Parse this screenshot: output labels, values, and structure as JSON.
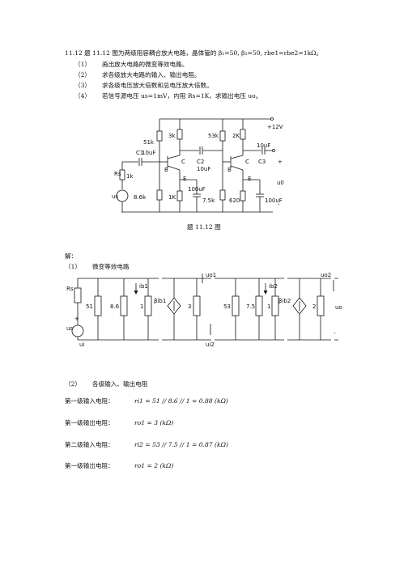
{
  "problem": {
    "title": "11.12  题 11.12 图为两级阻容耦合放大电路，晶体管的 β₁=50, β₂=50, rbe1=rbe2=1kΩ。",
    "items": [
      {
        "num": "（1）",
        "text": "画出放大电路的微变等效电路。"
      },
      {
        "num": "（2）",
        "text": "求各级放大电路的输入、输出电阻。"
      },
      {
        "num": "（3）",
        "text": "求各级电压放大倍数和总电压放大倍数。"
      },
      {
        "num": "（4）",
        "text": "若信号源电压 us=1mV，内阻 Rs=1K，求输出电压 uo。"
      }
    ]
  },
  "circuit": {
    "caption": "题 11.12 图",
    "labels": {
      "vcc": "+12V",
      "r51k": "51k",
      "r3k": "3k",
      "r53k": "53k",
      "r2k": "2K",
      "c1": "C1",
      "c1v": "10uF",
      "c2": "C2",
      "c2v": "10uF",
      "c3": "C3",
      "c3v": "10uF",
      "rs": "Rs",
      "r1k": "1k",
      "us": "us",
      "r86k": "8.6k",
      "b1": "B",
      "c_1": "C",
      "e1": "E",
      "re1": "1K",
      "ce1": "100uF",
      "r75k": "7.5k",
      "b2": "B",
      "c_2": "C",
      "e2": "E",
      "r620": "620",
      "ce2": "100uF",
      "uo": "u0",
      "plus": "+",
      "minus": "-"
    }
  },
  "solution": {
    "label": "解：",
    "step1": {
      "num": "（1）",
      "text": "微变等效电路"
    },
    "eqcircuit": {
      "labels": {
        "rs": "Rs",
        "r51": "51",
        "r86": "8.6",
        "r1a": "1",
        "ib1": "ib1",
        "bib1": "βib1",
        "r3": "3",
        "r53": "53",
        "r75": "7.5",
        "r1b": "1",
        "ib2": "ib2",
        "bib2": "βib2",
        "r2": "2",
        "us": "us",
        "ui": "ui",
        "uo1": "uo1",
        "ui2": "ui2",
        "uo2": "uo2",
        "uo": "uo",
        "plus": "+",
        "minus": "-"
      }
    },
    "step2": {
      "num": "（2）",
      "text": "各级输入、输出电阻"
    },
    "results": [
      {
        "label": "第一级输入电阻：",
        "eq": "ri1 = 51 // 8.6 // 1 = 0.88 (kΩ)"
      },
      {
        "label": "第一级输出电阻：",
        "eq": "ro1 = 3 (kΩ)"
      },
      {
        "label": "第二级输入电阻：",
        "eq": "ri2 = 53 // 7.5 // 1 = 0.87 (kΩ)"
      },
      {
        "label": "第一级输出电阻：",
        "eq": "ro1 = 2 (kΩ)"
      }
    ]
  }
}
